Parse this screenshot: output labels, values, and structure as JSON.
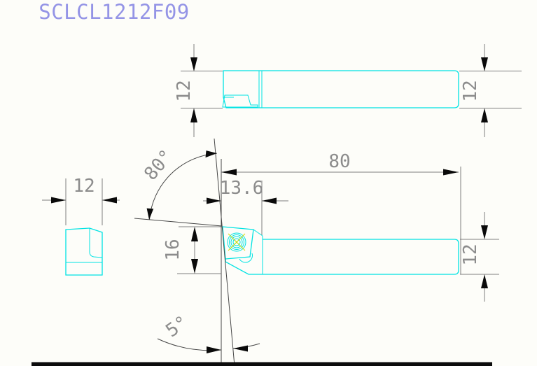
{
  "title": "SCLCL1212F09",
  "accent_colors": {
    "geometry_cyan": "#00e3e3",
    "dimension_gray": "#7e7e7e",
    "title_blue": "#9494e6",
    "centerline_yellow": "#d9d900",
    "arrow_black": "#0a0a0a"
  },
  "dimensions": {
    "top_view_height_left": "12",
    "top_view_height_right": "12",
    "side_view_width": "12",
    "insert_corner_angle": "80°",
    "overall_length": "80",
    "head_length": "13.6",
    "head_height": "16",
    "shank_height": "12",
    "back_rake_angle": "5°"
  }
}
